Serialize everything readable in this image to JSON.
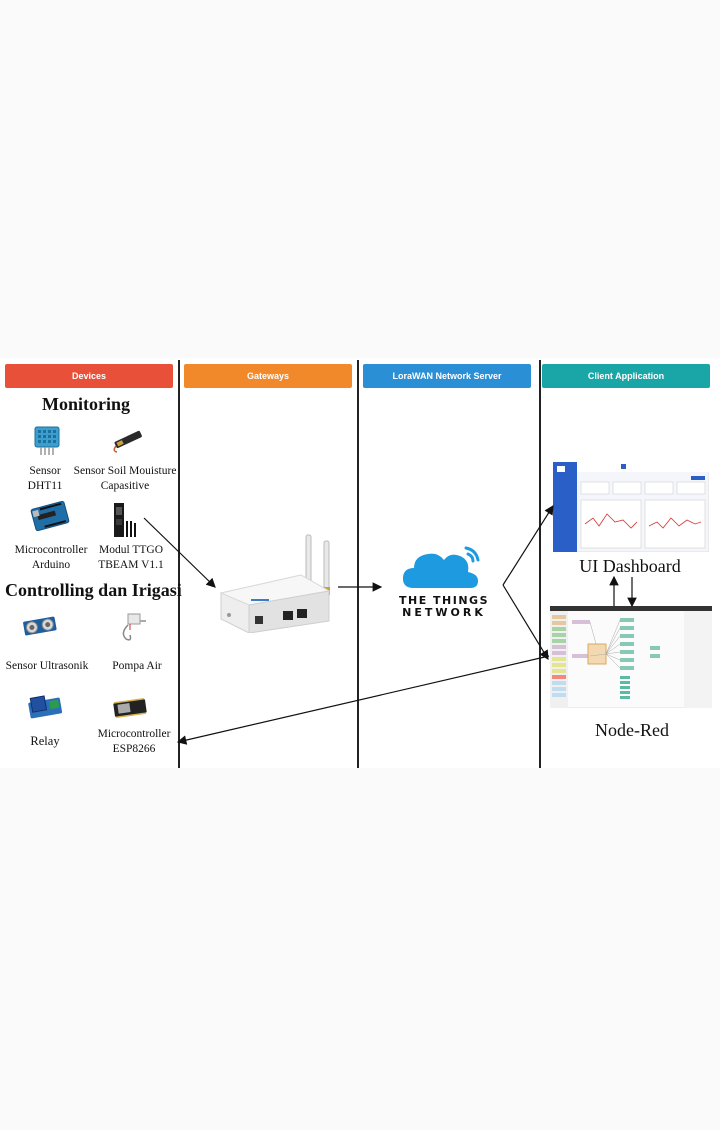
{
  "lanes": {
    "devices": "Devices",
    "gateways": "Gateways",
    "network_server": "LoraWAN Network Server",
    "client_application": "Client Application"
  },
  "colors": {
    "devices": "#e8503a",
    "gateways": "#f1892b",
    "network_server": "#2b8fd6",
    "client_application": "#1aa6a6"
  },
  "sections": {
    "monitoring": "Monitoring",
    "controlling": "Controlling dan Irigasi"
  },
  "devices": {
    "dht11": "Sensor DHT11",
    "soil": "Sensor Soil Mouisture Capasitive",
    "arduino": "Microcontroller Arduino",
    "ttgo": "Modul TTGO TBEAM V1.1",
    "ultrasonic": "Sensor Ultrasonik",
    "pump": "Pompa Air",
    "relay": "Relay",
    "esp": "Microcontroller ESP8266"
  },
  "network": {
    "name_line1": "THE THINGS",
    "name_line2": "NETWORK"
  },
  "client": {
    "dashboard": "UI Dashboard",
    "nodered": "Node-Red"
  }
}
